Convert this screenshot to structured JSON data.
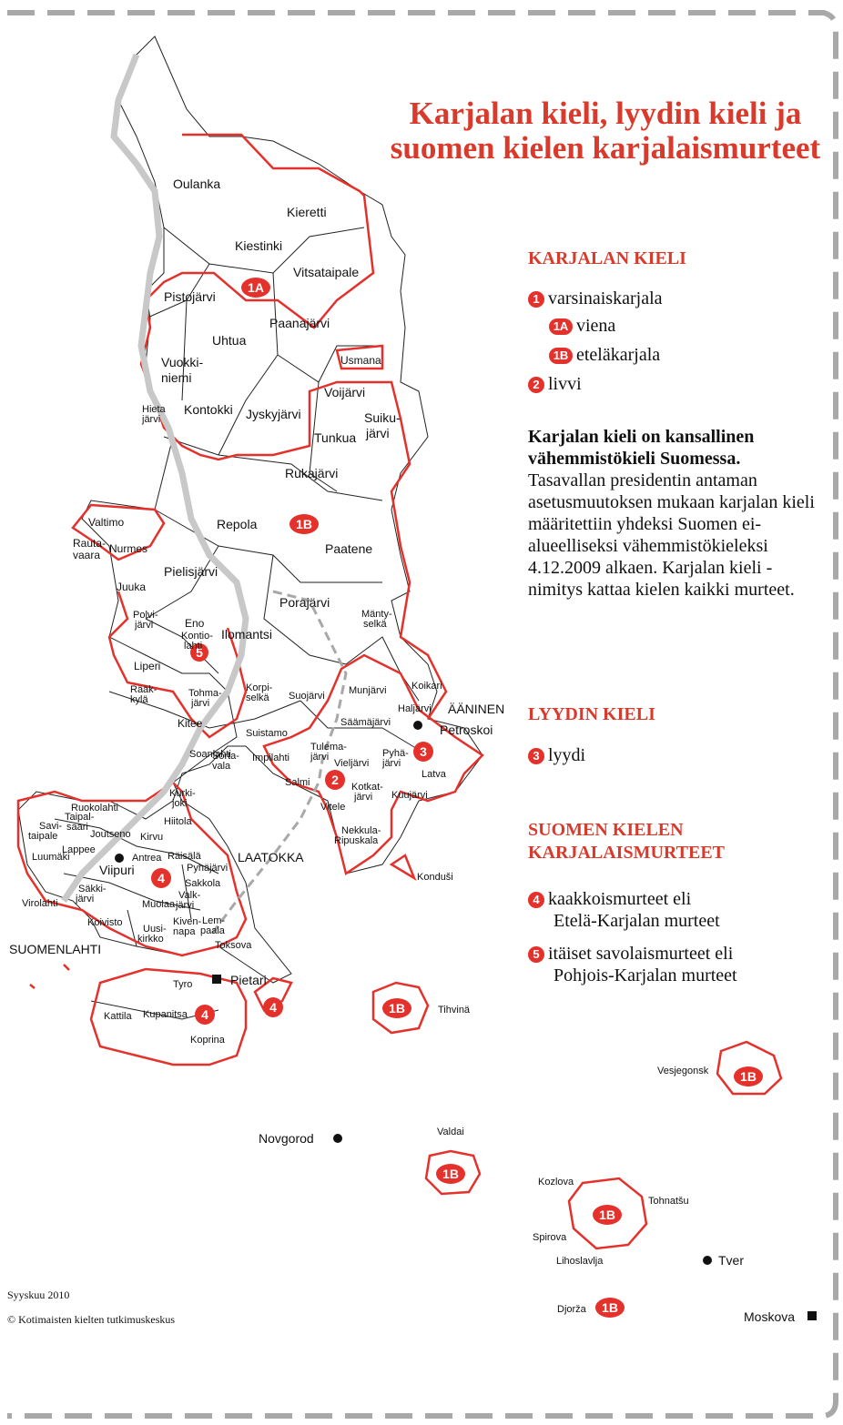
{
  "title_line1": "Karjalan kieli, lyydin kieli ja",
  "title_line2": "suomen kielen karjalaismurteet",
  "colors": {
    "accent": "#e4312b",
    "title": "#d93a2b",
    "border": "#a8a8a8"
  },
  "legend": {
    "karjalan_heading": "KARJALAN KIELI",
    "karjalan_items": [
      {
        "badge": "1",
        "label": "varsinaiskarjala"
      },
      {
        "badge": "1A",
        "label": "viena"
      },
      {
        "badge": "1B",
        "label": "eteläkarjala"
      },
      {
        "badge": "2",
        "label": "livvi"
      }
    ],
    "para_bold": "Karjalan kieli on kansallinen vähemmistökieli Suomessa.",
    "para_text": "Tasavallan presidentin antaman asetusmuutoksen mukaan karjalan kieli määritettiin yhdeksi Suomen ei-alueelliseksi vähemmistökieleksi 4.12.2009 alkaen. Karjalan kieli -nimitys kattaa kielen kaikki murteet.",
    "lyydin_heading": "LYYDIN KIELI",
    "lyydin_items": [
      {
        "badge": "3",
        "label": "lyydi"
      }
    ],
    "suomen_heading_1": "SUOMEN KIELEN",
    "suomen_heading_2": "KARJALAISMURTEET",
    "suomen_items": [
      {
        "badge": "4",
        "line1": "kaakkoismurteet eli",
        "line2": "Etelä-Karjalan murteet"
      },
      {
        "badge": "5",
        "line1": "itäiset savolaismurteet eli",
        "line2": "Pohjois-Karjalan murteet"
      }
    ]
  },
  "footer": {
    "date": "Syyskuu 2010",
    "copyright": "© Kotimaisten kielten tutkimuskeskus"
  },
  "map_labels": {
    "oulanka": "Oulanka",
    "kieretti": "Kieretti",
    "kiestinki": "Kiestinki",
    "vitsatai": "Vitsataipale",
    "pistojarvi": "Pistojärvi",
    "paanajarvi": "Paanajärvi",
    "uhtua": "Uhtua",
    "usmana": "Usmana",
    "vuokki1": "Vuokki-",
    "vuokki2": "niemi",
    "hieta1": "Hieta",
    "hieta2": "järvi",
    "kontokki": "Kontokki",
    "jyskyjarvi": "Jyskyjärvi",
    "voijarvi": "Voijärvi",
    "suiku1": "Suiku-",
    "suiku2": "järvi",
    "tunkua": "Tunkua",
    "rukajarvi": "Rukajärvi",
    "repola": "Repola",
    "paatene": "Paatene",
    "valtimo": "Valtimo",
    "rauta1": "Rauta-",
    "rauta2": "vaara",
    "nurmes": "Nurmes",
    "pielisjarvi": "Pielisjärvi",
    "juuka": "Juuka",
    "porajarvi": "Porajärvi",
    "manty1": "Mänty-",
    "manty2": "selkä",
    "polvi1": "Polvi-",
    "polvi2": "järvi",
    "eno": "Eno",
    "kontio1": "Kontio-",
    "kontio2": "lahti",
    "ilomantsi": "Ilomantsi",
    "liperi": "Liperi",
    "raak1": "Rääk-",
    "raak2": "kylä",
    "tohma1": "Tohma-",
    "tohma2": "järvi",
    "kitee": "Kitee",
    "korpi1": "Korpi-",
    "korpi2": "selkä",
    "suojarvi": "Suojärvi",
    "munjarvi": "Munjärvi",
    "koikari": "Koikari",
    "haljarvi": "Haljärvi",
    "aaninen": "ÄÄNINEN",
    "petroskoi": "Petroskoi",
    "salmijarvi": "Säämäjärvi",
    "suistamo": "Suistamo",
    "impilahti": "Impilahti",
    "kurki1": "Kurki-",
    "kurki2": "joki",
    "soanla": "Soanlahti",
    "sorta1": "Sorta-",
    "sorta2": "vala",
    "tulema1": "Tulema-",
    "tulema2": "järvi",
    "vieljarvi": "Vieljärvi",
    "pyha1": "Pyhä-",
    "pyha2": "järvi",
    "latva": "Latva",
    "salmi": "Salmi",
    "kotkat1": "Kotkat-",
    "kotkat2": "järvi",
    "kuujarvi": "Kuujärvi",
    "vitele": "Vitele",
    "nekkula1": "Nekkula-",
    "nekkula2": "Ripuskala",
    "konduši": "Konduši",
    "ruokolahti": "Ruokolahti",
    "taipal1": "Taipal-",
    "taipal2": "saari",
    "savi1": "Savi-",
    "savi2": "taipale",
    "joutseno": "Joutseno",
    "lappee": "Lappee",
    "luumaki": "Luumäki",
    "kirvu": "Kirvu",
    "hiitola": "Hiitola",
    "raisala": "Räisälä",
    "antrea": "Antrea",
    "pyhajarvi4": "Pyhäjärvi",
    "laatokka": "LAATOKKA",
    "viipuri": "Viipuri",
    "sakkola": "Sakkola",
    "saakk1": "Säkki-",
    "saakk2": "järvi",
    "virolahti": "Virolahti",
    "valk1": "Valk-",
    "valk2": "järvi",
    "muolaa": "Muolaa",
    "koivisto": "Koivisto",
    "uusi1": "Uusi-",
    "uusi2": "kirkko",
    "kiven1": "Kiven-",
    "kiven2": "napa",
    "lemp1": "Lem-",
    "lemp2": "paala",
    "toksova": "Toksova",
    "suomenlahti": "SUOMENLAHTI",
    "tyro": "Tyro",
    "pietari": "Pietari",
    "kattila": "Kattila",
    "kupanitsa": "Kupanitsa",
    "koprina": "Koprina",
    "tihvina": "Tihvinä",
    "vesjegonsk": "Vesjegonsk",
    "novgorod": "Novgorod",
    "valdai": "Valdai",
    "kozlova": "Kozlova",
    "tohnatsu": "Tohnatšu",
    "spirova": "Spirova",
    "lihoslavlja": "Lihoslavlja",
    "tver": "Tver",
    "djorza": "Djorža",
    "moskova": "Moskova"
  },
  "badges": {
    "b1A": "1A",
    "b1B_map": "1B",
    "b5": "5",
    "b3": "3",
    "b2": "2",
    "b4a": "4",
    "b4b": "4",
    "b4c": "4",
    "b1B_tihvina": "1B",
    "b1B_vesjegonsk": "1B",
    "b1B_valdai": "1B",
    "b1B_tver": "1B",
    "b1B_djorza": "1B"
  }
}
